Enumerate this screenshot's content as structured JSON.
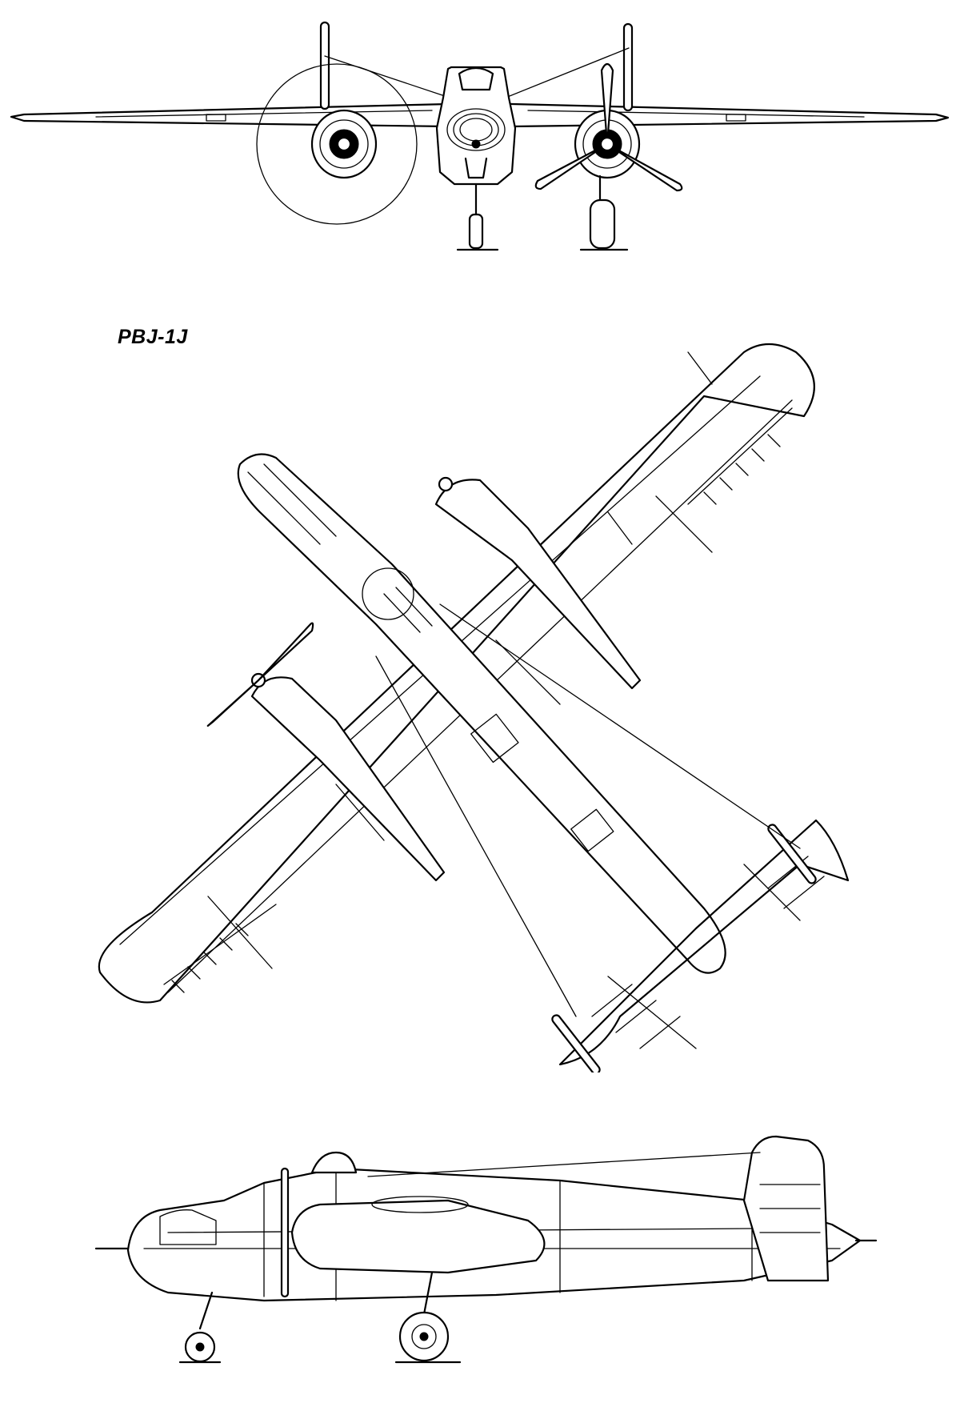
{
  "drawing": {
    "model_label": "PBJ-1J",
    "views": [
      "front-view",
      "plan-view",
      "side-view"
    ]
  }
}
